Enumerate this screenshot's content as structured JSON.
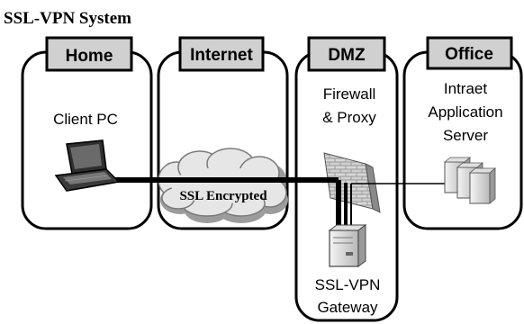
{
  "title": "SSL-VPN System",
  "zones": [
    {
      "id": "home",
      "label": "Home"
    },
    {
      "id": "internet",
      "label": "Internet"
    },
    {
      "id": "dmz",
      "label": "DMZ"
    },
    {
      "id": "office",
      "label": "Office"
    }
  ],
  "nodes": {
    "client_pc": {
      "lines": [
        "Client PC"
      ]
    },
    "firewall": {
      "lines": [
        "Firewall",
        "& Proxy"
      ]
    },
    "app_server": {
      "lines": [
        "Intraet",
        "Application",
        "Server"
      ]
    },
    "vpn_gateway": {
      "lines": [
        "SSL-VPN",
        "Gateway"
      ]
    },
    "cloud": {
      "label": "SSL Encrypted"
    }
  }
}
